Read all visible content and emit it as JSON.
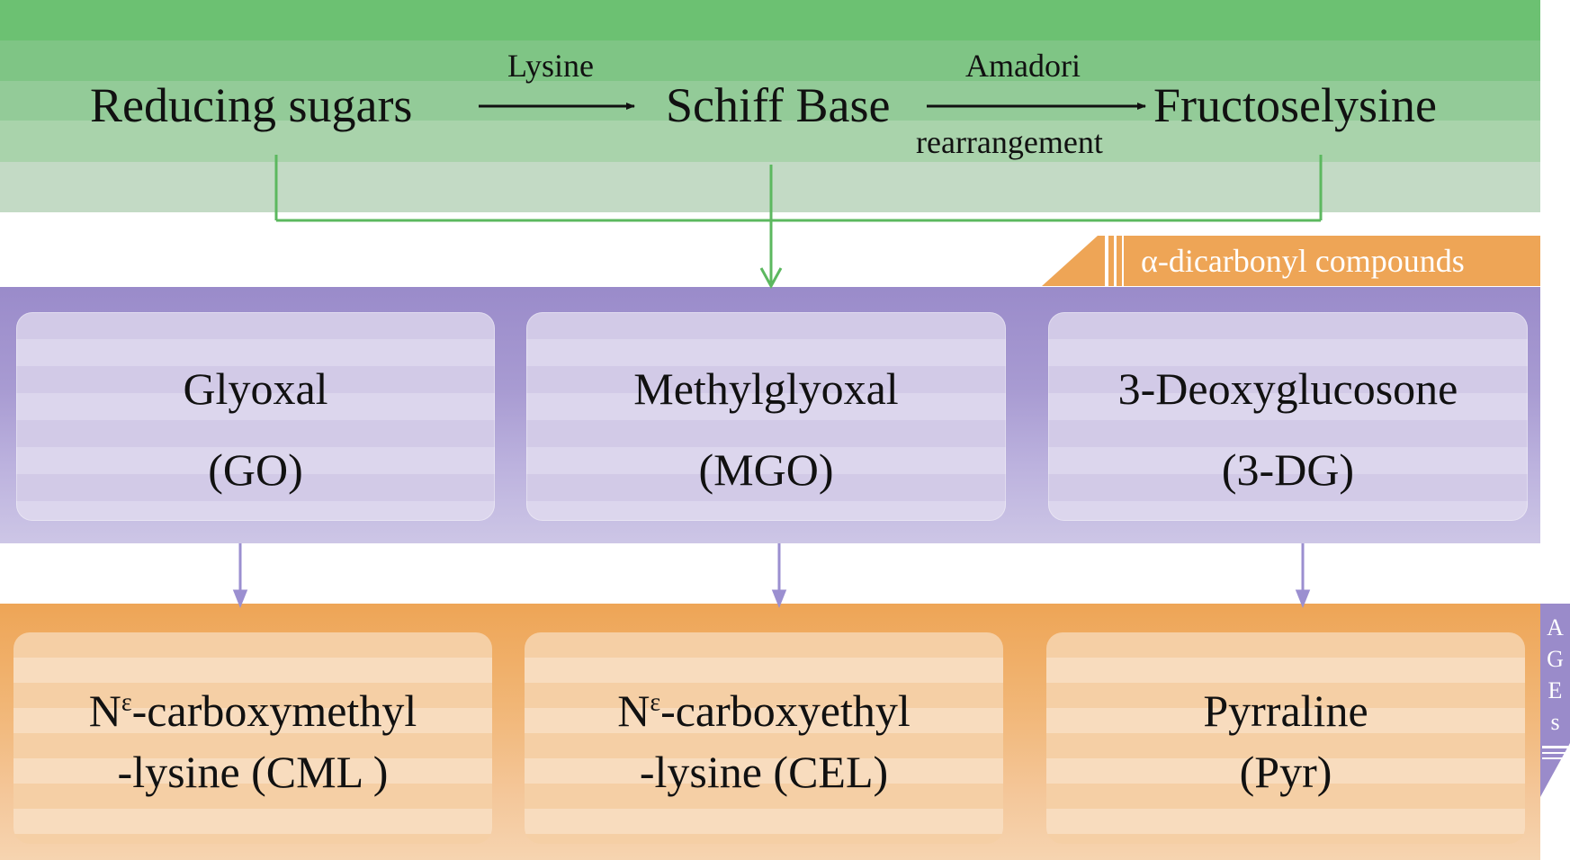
{
  "top_row": {
    "reducing_sugars": "Reducing sugars",
    "lysine": "Lysine",
    "schiff_base": "Schiff Base",
    "amadori": "Amadori",
    "rearrangement": "rearrangement",
    "fructoselysine": "Fructoselysine"
  },
  "dicarbonyl": {
    "tab_label": "α-dicarbonyl compounds",
    "items": [
      {
        "name": "Glyoxal",
        "abbr": "(GO)"
      },
      {
        "name": "Methylglyoxal",
        "abbr": "(MGO)"
      },
      {
        "name": "3-Deoxyglucosone",
        "abbr": "(3-DG)"
      }
    ]
  },
  "ages": {
    "tab_letters": [
      "A",
      "G",
      "E",
      "s"
    ],
    "items": [
      {
        "prefix": "N",
        "superscript": "ε",
        "line1": "-carboxymethyl",
        "line2": "-lysine (CML )"
      },
      {
        "prefix": "N",
        "superscript": "ε",
        "line1": "-carboxyethyl",
        "line2": "-lysine (CEL)"
      },
      {
        "prefix": "",
        "superscript": "",
        "line1": "Pyrraline",
        "line2": "(Pyr)"
      }
    ]
  },
  "colors": {
    "green_line": "#5cb85f",
    "purple_arrow": "#9b8fd0",
    "orange_tab": "#eea556",
    "purple_tab": "#9a8bca"
  }
}
